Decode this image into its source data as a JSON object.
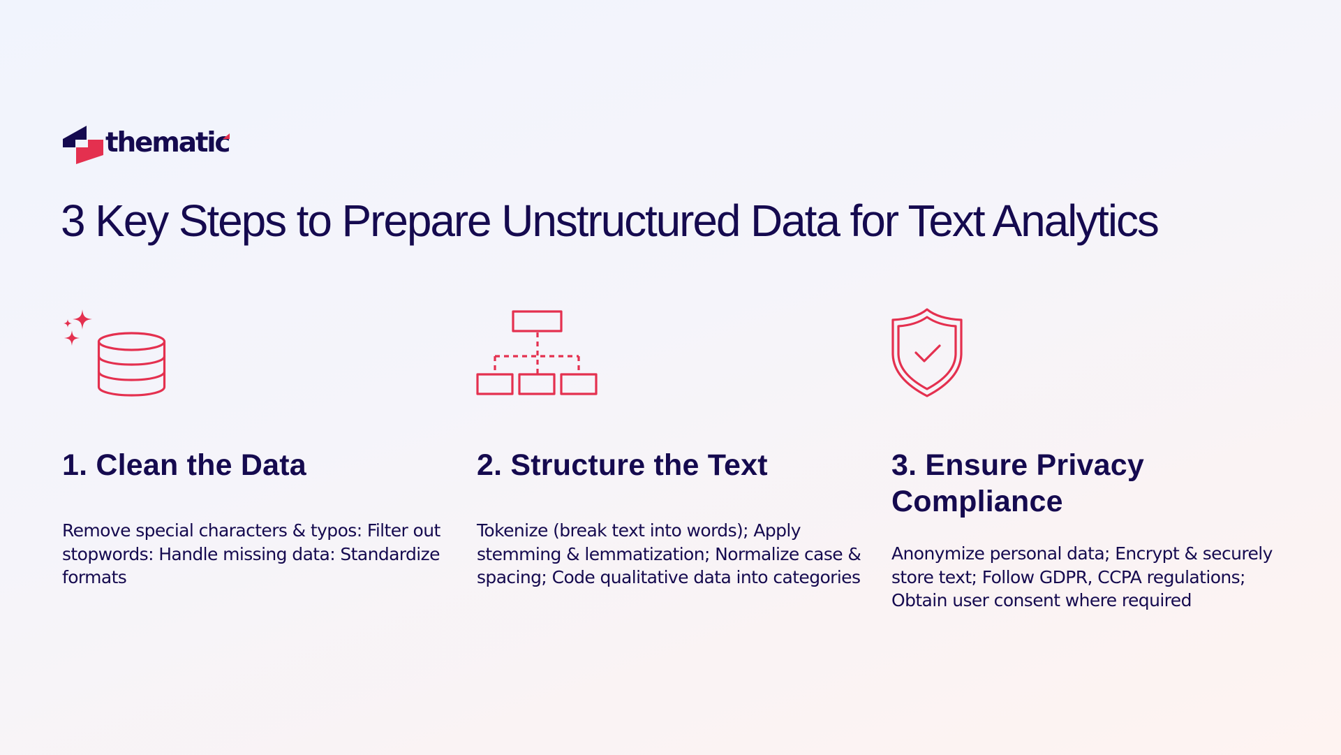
{
  "brand": {
    "name": "thematic",
    "colors": {
      "navy": "#150A4F",
      "red": "#E4304F",
      "bg_top_left": "#F1F4FD",
      "bg_bottom_right": "#FEF3F1"
    }
  },
  "header": {
    "title": "3 Key Steps to Prepare Unstructured Data for Text Analytics"
  },
  "steps": [
    {
      "icon": "database-sparkle-icon",
      "heading": "1. Clean the Data",
      "body": "Remove special characters & typos: Filter out stopwords: Handle missing data: Standardize formats"
    },
    {
      "icon": "hierarchy-icon",
      "heading": "2. Structure the Text",
      "body": "Tokenize (break text into words); Apply stemming & lemmatization; Normalize case & spacing; Code qualitative data into categories"
    },
    {
      "icon": "shield-check-icon",
      "heading": "3. Ensure Privacy Compliance",
      "body": "Anonymize personal data; Encrypt & securely store text; Follow GDPR, CCPA regulations; Obtain user consent where required"
    }
  ]
}
